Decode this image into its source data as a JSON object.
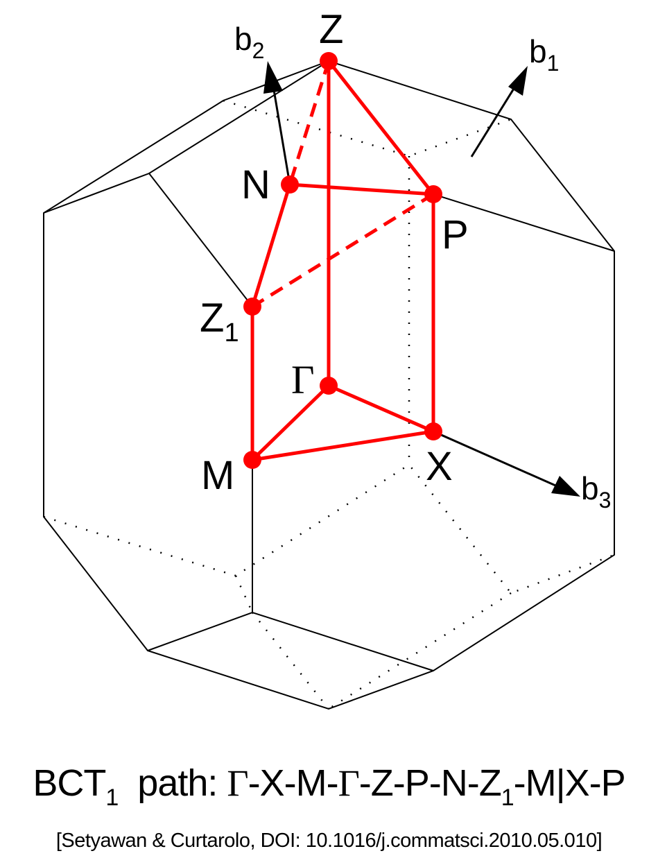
{
  "diagram": {
    "points": {
      "Z": "Z",
      "N": "N",
      "P": "P",
      "Z1": "Z",
      "Z1_sub": "1",
      "Gamma": "Γ",
      "X": "X",
      "M": "M"
    },
    "vectors": {
      "b1": "b",
      "b1_sub": "1",
      "b2": "b",
      "b2_sub": "2",
      "b3": "b",
      "b3_sub": "3"
    },
    "colors": {
      "path": "#ff0000",
      "edges": "#000000"
    }
  },
  "caption": {
    "p1": "BCT",
    "p1_sub": "1",
    "p2": "path: ",
    "g1": "Γ",
    "p3": "-X-M-",
    "g2": "Γ",
    "p4": "-Z-P-N-Z",
    "p4_sub": "1",
    "p5": "-M|X-P"
  },
  "citation": "[Setyawan & Curtarolo, DOI: 10.1016/j.commatsci.2010.05.010]"
}
